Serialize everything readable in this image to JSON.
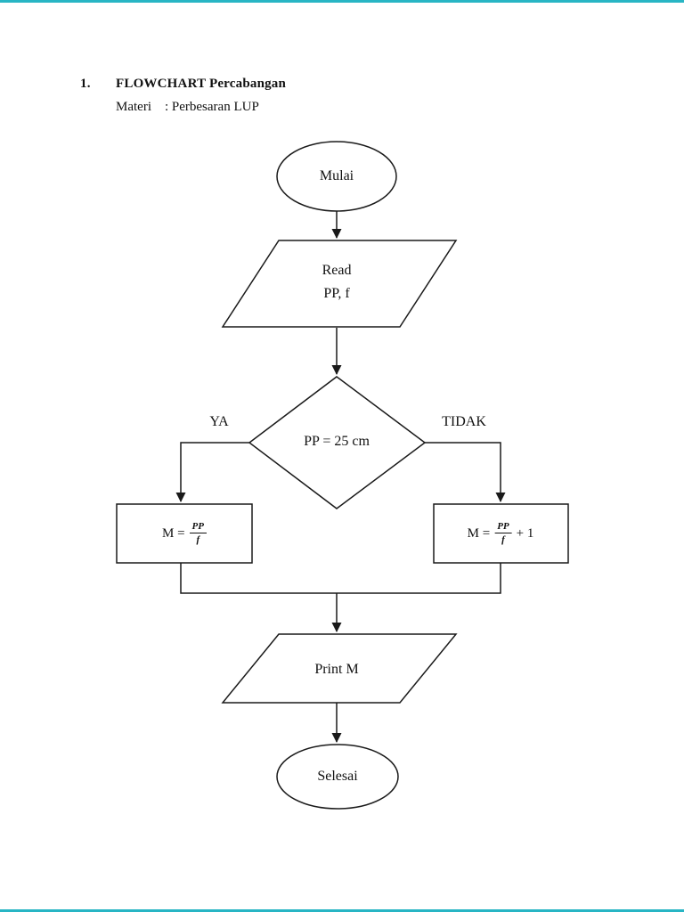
{
  "document": {
    "heading_number": "1.",
    "heading_title": "FLOWCHART Percabangan",
    "subheading": "Materi    : Perbesaran LUP"
  },
  "flowchart": {
    "start_label": "Mulai",
    "input_line1": "Read",
    "input_line2": "PP, f",
    "decision_label": "PP = 25 cm",
    "branch_yes_label": "YA",
    "branch_no_label": "TIDAK",
    "process_yes": {
      "prefix": "M =",
      "numerator": "PP",
      "denominator": "f"
    },
    "process_no": {
      "prefix": "M =",
      "numerator": "PP",
      "denominator": "f",
      "suffix": "+ 1"
    },
    "output_label": "Print M",
    "end_label": "Selesai"
  },
  "colors": {
    "page_background": "#ffffff",
    "line_color": "#1a1a1a",
    "text_color": "#111111",
    "page_edge_accent": "#28b5c4"
  }
}
